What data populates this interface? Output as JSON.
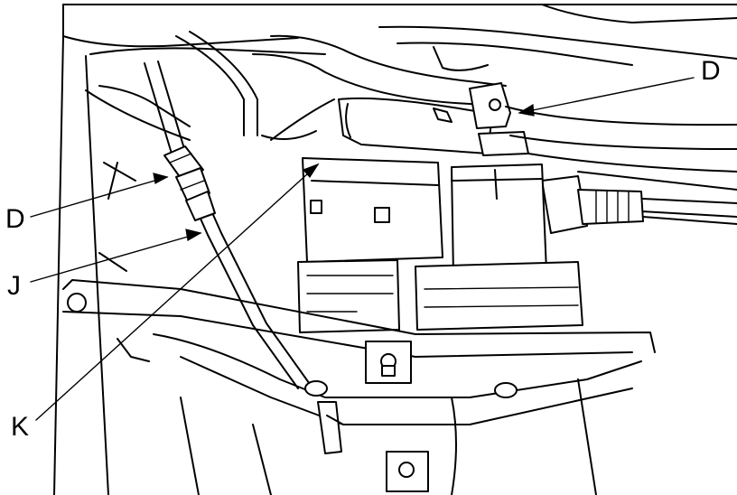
{
  "callouts": {
    "d_upper": "D",
    "d_left": "D",
    "j": "J",
    "k": "K"
  },
  "icons": {
    "fuel_line_connector": "quick-connector-icon",
    "clamp": "hose-clamp-icon"
  },
  "colors": {
    "line": "#000000",
    "background": "#ffffff"
  }
}
